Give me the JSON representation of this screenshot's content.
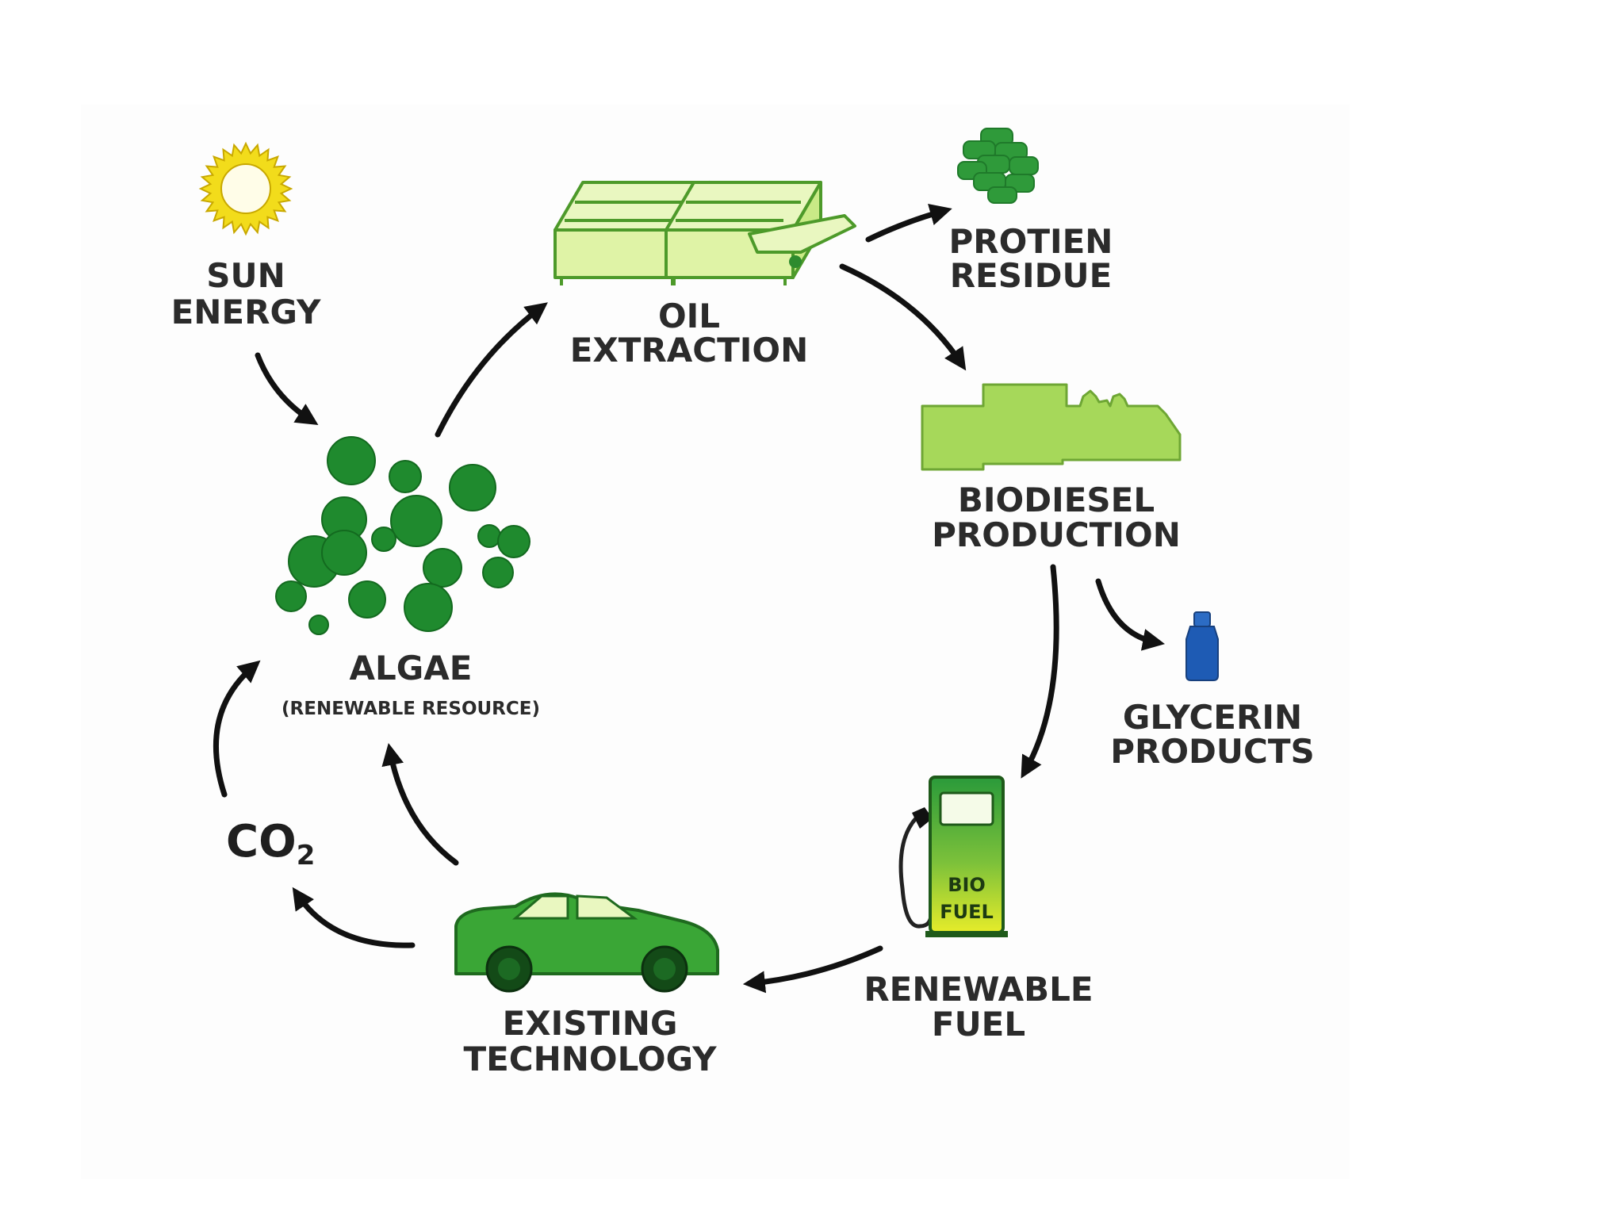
{
  "nodes": {
    "sun": {
      "icon": "sun-icon",
      "line1": "SUN",
      "line2": "ENERGY"
    },
    "oil": {
      "icon": "oil-extraction-machine-icon",
      "line1": "OIL",
      "line2": "EXTRACTION"
    },
    "protein": {
      "icon": "protein-residue-icon",
      "line1": "PROTIEN",
      "line2": "RESIDUE"
    },
    "biodiesel": {
      "icon": "factory-icon",
      "line1": "BIODIESEL",
      "line2": "PRODUCTION"
    },
    "glycerin": {
      "icon": "bottle-icon",
      "line1": "GLYCERIN",
      "line2": "PRODUCTS"
    },
    "fuel": {
      "icon": "fuel-pump-icon",
      "line1": "RENEWABLE",
      "line2": "FUEL",
      "pump_line1": "BIO",
      "pump_line2": "FUEL"
    },
    "tech": {
      "icon": "car-icon",
      "line1": "EXISTING",
      "line2": "TECHNOLOGY"
    },
    "co2": {
      "text": "CO",
      "subscript": "2"
    },
    "algae": {
      "icon": "algae-cells-icon",
      "line1": "ALGAE",
      "line2": "(RENEWABLE RESOURCE)"
    }
  },
  "colors": {
    "sun": "#f2dc1b",
    "algae": "#1f8a2e",
    "machine": "#dff3a6",
    "factory": "#a6d85a",
    "protein": "#2f9a3a",
    "car": "#3aa636",
    "bottle": "#1e5bb4",
    "arrow": "#111111"
  }
}
